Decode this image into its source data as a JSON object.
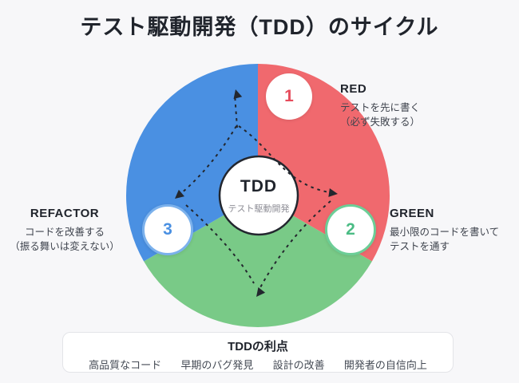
{
  "title": "テスト駆動開発（TDD）のサイクル",
  "background": "#f7f7f9",
  "arrow_color": "#23272e",
  "center": {
    "label": "TDD",
    "sublabel": "テスト駆動開発"
  },
  "steps": [
    {
      "number": "1",
      "name": "RED",
      "desc1": "テストを先に書く",
      "desc2": "（必ず失敗する）",
      "sector_color": "#f0696e",
      "accent_color": "#e64c5c",
      "ring_color": "#ffffff"
    },
    {
      "number": "2",
      "name": "GREEN",
      "desc1": "最小限のコードを書いて",
      "desc2": "テストを通す",
      "sector_color": "#79ca87",
      "accent_color": "#4bbc85",
      "ring_color": "#6cce97"
    },
    {
      "number": "3",
      "name": "REFACTOR",
      "desc1": "コードを改善する",
      "desc2": "（振る舞いは変えない）",
      "sector_color": "#4a90e2",
      "accent_color": "#4a90e2",
      "ring_color": "#7bb1ec"
    }
  ],
  "benefits": {
    "title": "TDDの利点",
    "items": [
      "高品質なコード",
      "早期のバグ発見",
      "設計の改善",
      "開発者の自信向上"
    ]
  }
}
